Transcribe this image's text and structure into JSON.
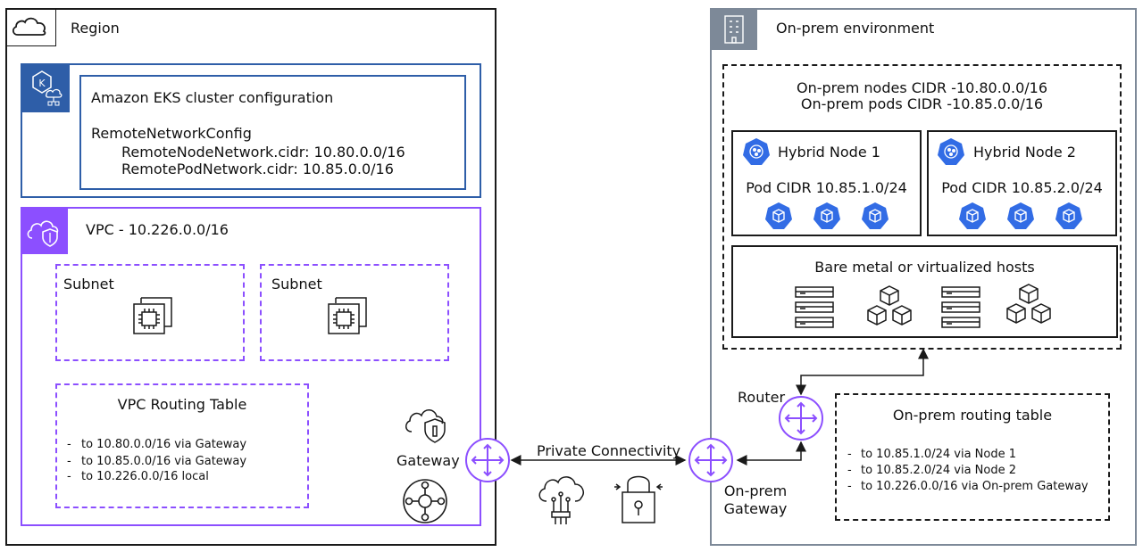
{
  "region": {
    "title": "Region",
    "eks": {
      "title": "Amazon EKS cluster configuration",
      "config_key": "RemoteNetworkConfig",
      "node_network": "RemoteNodeNetwork.cidr: 10.80.0.0/16",
      "pod_network": "RemotePodNetwork.cidr: 10.85.0.0/16"
    },
    "vpc": {
      "title": "VPC - 10.226.0.0/16",
      "subnets": [
        {
          "label": "Subnet"
        },
        {
          "label": "Subnet"
        }
      ],
      "routing_table": {
        "title": "VPC Routing Table",
        "routes": [
          "to 10.80.0.0/16 via Gateway",
          "to 10.85.0.0/16 via Gateway",
          "to 10.226.0.0/16 local"
        ]
      },
      "gateway_label": "Gateway"
    }
  },
  "connectivity": {
    "label": "Private Connectivity"
  },
  "onprem": {
    "title": "On-prem environment",
    "nodes_cidr": "On-prem nodes CIDR -10.80.0.0/16",
    "pods_cidr": "On-prem pods CIDR -10.85.0.0/16",
    "hybrid_nodes": [
      {
        "name": "Hybrid Node 1",
        "pod_cidr": "Pod CIDR 10.85.1.0/24"
      },
      {
        "name": "Hybrid Node 2",
        "pod_cidr": "Pod CIDR 10.85.2.0/24"
      }
    ],
    "hosts_label": "Bare metal or virtualized hosts",
    "router_label": "Router",
    "gateway_label_line1": "On-prem",
    "gateway_label_line2": "Gateway",
    "routing_table": {
      "title": "On-prem routing table",
      "routes": [
        "to 10.85.1.0/24 via Node 1",
        "to 10.85.2.0/24 via Node 2",
        "to 10.226.0.0/16 via On-prem Gateway"
      ]
    }
  },
  "colors": {
    "region_border": "#1a1a1a",
    "eks_blue": "#2e5ea8",
    "vpc_purple": "#8c4fff",
    "onprem_gray": "#7d8998",
    "k8s_blue": "#326ce5"
  }
}
